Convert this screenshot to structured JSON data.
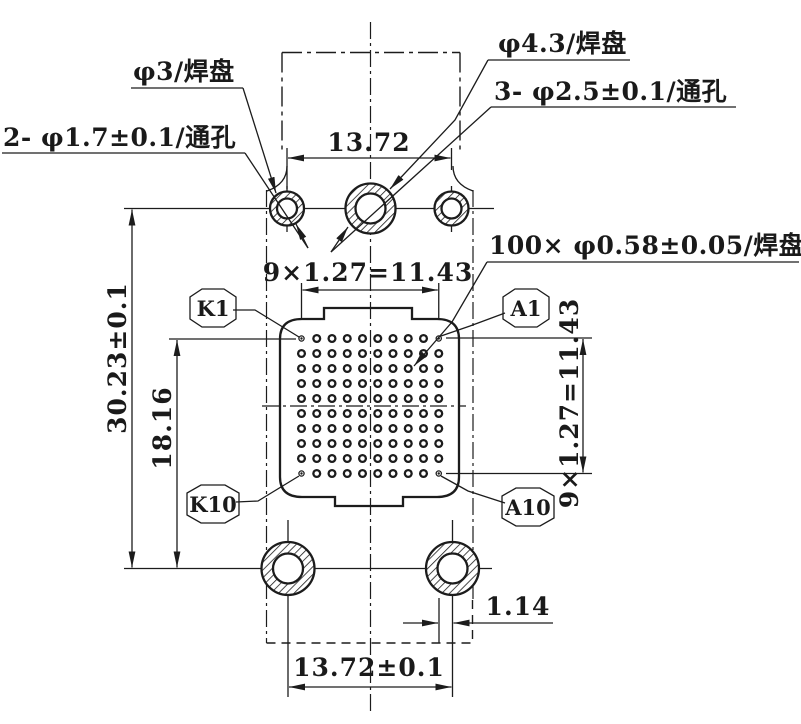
{
  "drawing": {
    "callouts": {
      "pad_small": "φ3/焊盘",
      "hole_small": "2- φ1.7±0.1/通孔",
      "pad_large": "φ4.3/焊盘",
      "hole_large": "3- φ2.5±0.1/通孔",
      "contact_pads": "100× φ0.58±0.05/焊盘"
    },
    "dimensions": {
      "top_hole_spacing": "13.72",
      "grid_width": "9×1.27=11.43",
      "grid_height": "9×1.27=11.43",
      "overall_height": "30.23±0.1",
      "inner_height": "18.16",
      "edge_offset": "1.14",
      "bottom_hole_spacing": "13.72±0.1"
    },
    "pins": {
      "top_left": "K1",
      "top_right": "A1",
      "bottom_left": "K10",
      "bottom_right": "A10"
    },
    "grid": {
      "rows": 10,
      "cols": 10,
      "total_pads": 100
    },
    "colors": {
      "line": "#1c1c1c",
      "background": "#ffffff"
    }
  }
}
